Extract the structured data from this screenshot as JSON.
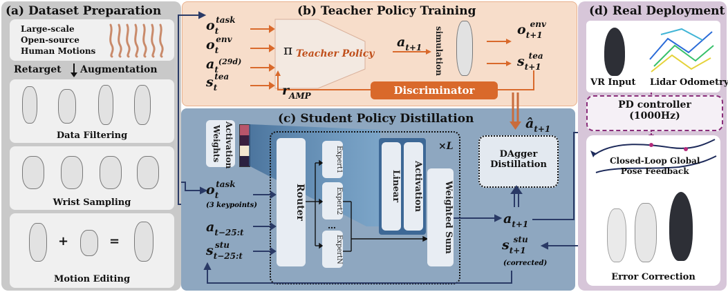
{
  "panel_a": {
    "title": "(a) Dataset Preparation",
    "source_lines": [
      "Large-scale",
      "Open-source",
      "Human Motions"
    ],
    "retarget": "Retarget",
    "augmentation": "Augmentation",
    "data_filtering": "Data Filtering",
    "wrist_sampling": "Wrist Sampling",
    "motion_editing": "Motion Editing",
    "plus": "+",
    "equals": "="
  },
  "panel_b": {
    "title": "(b) Teacher Policy Training",
    "inputs": [
      {
        "base": "o",
        "sub": "t",
        "sup": "task"
      },
      {
        "base": "o",
        "sub": "t",
        "sup": "env"
      },
      {
        "base": "a",
        "sub": "t",
        "sup": "(29d)"
      },
      {
        "base": "s",
        "sub": "t",
        "sup": "tea"
      }
    ],
    "pi": "π",
    "teacher_policy": "Teacher Policy",
    "action_base": "a",
    "action_sub": "t+1",
    "simulation": "simulation",
    "out_env": {
      "base": "o",
      "sub": "t+1",
      "sup": "env"
    },
    "out_tea": {
      "base": "s",
      "sub": "t+1",
      "sup": "tea"
    },
    "r_amp_base": "r",
    "r_amp_sub": "AMP",
    "discriminator": "Discriminator"
  },
  "panel_c": {
    "title": "(c) Student Policy Distillation",
    "activation_weights": "Activation Weights",
    "times_l": "×L",
    "router": "Router",
    "experts": [
      "Expert1",
      "Expert2",
      "…",
      "ExpertN"
    ],
    "linear": "Linear",
    "activation": "Activation",
    "weighted_sum": "Weighted Sum",
    "dagger_line1": "DAgger",
    "dagger_line2": "Distillation",
    "a_hat_base": "â",
    "a_hat_sub": "t+1",
    "inputs": [
      {
        "base": "o",
        "sub": "t",
        "sup": "task",
        "note": "(3 keypoints)"
      },
      {
        "base": "a",
        "sub": "t−25:t",
        "sup": "",
        "note": ""
      },
      {
        "base": "s",
        "sub": "t−25:t",
        "sup": "stu",
        "note": ""
      }
    ],
    "out_a": {
      "base": "a",
      "sub": "t+1"
    },
    "out_s": {
      "base": "s",
      "sub": "t+1",
      "sup": "stu",
      "note": "(corrected)"
    },
    "weight_colors": [
      "#b8556b",
      "#3a1f3f",
      "#f3e6d0",
      "#2a2040"
    ]
  },
  "panel_d": {
    "title": "(d) Real Deployment",
    "vr_input": "VR Input",
    "lidar": "Lidar Odometry",
    "pd_line1": "PD controller",
    "pd_line2": "(1000Hz)",
    "closed_loop_line1": "Closed-Loop Global",
    "closed_loop_line2": "Pose Feedback",
    "error_correction": "Error Correction"
  },
  "colors": {
    "panel_a_bg": "#c9c9c9",
    "panel_b_bg": "#f7ddca",
    "panel_c_bg": "#8ea7c0",
    "panel_d_bg": "#d7c6d9",
    "arrow_orange": "#d9692b",
    "arrow_navy": "#2a3a66",
    "discriminator_bg": "#d9692b",
    "pd_border": "#8a2d7a"
  }
}
